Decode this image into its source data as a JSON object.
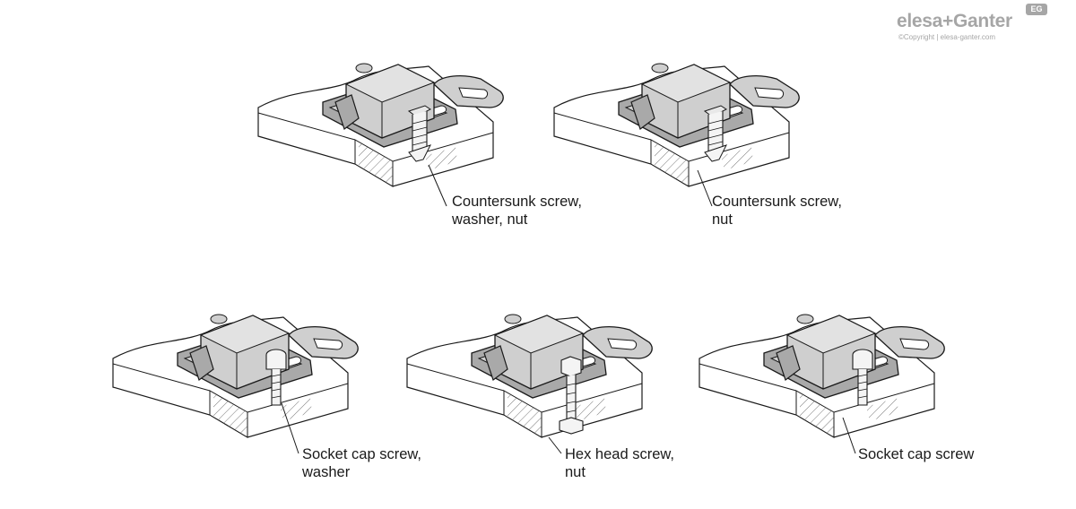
{
  "brand": {
    "name": "elesa+Ganter",
    "copyright": "©Copyright | elesa-ganter.com",
    "badge": "EG"
  },
  "figures": [
    {
      "id": "countersunk-washer-nut",
      "caption": [
        "Countersunk screw,",
        "washer, nut"
      ],
      "screw": "countersunk",
      "washer": true,
      "nut": true
    },
    {
      "id": "countersunk-nut",
      "caption": [
        "Countersunk screw,",
        "nut"
      ],
      "screw": "countersunk",
      "washer": false,
      "nut": true
    },
    {
      "id": "socket-cap-washer",
      "caption": [
        "Socket cap screw,",
        "washer"
      ],
      "screw": "socket-cap",
      "washer": true,
      "nut": false
    },
    {
      "id": "hex-head-nut",
      "caption": [
        "Hex head screw,",
        "nut"
      ],
      "screw": "hex-head",
      "washer": false,
      "nut": true
    },
    {
      "id": "socket-cap",
      "caption": [
        "Socket cap screw"
      ],
      "screw": "socket-cap",
      "washer": false,
      "nut": false
    }
  ],
  "colors": {
    "line": "#1a1a1a",
    "latch_fill": "#cfcfcf",
    "latch_dark": "#a9a9a9",
    "plate_fill": "#ffffff",
    "text": "#1a1a1a"
  }
}
